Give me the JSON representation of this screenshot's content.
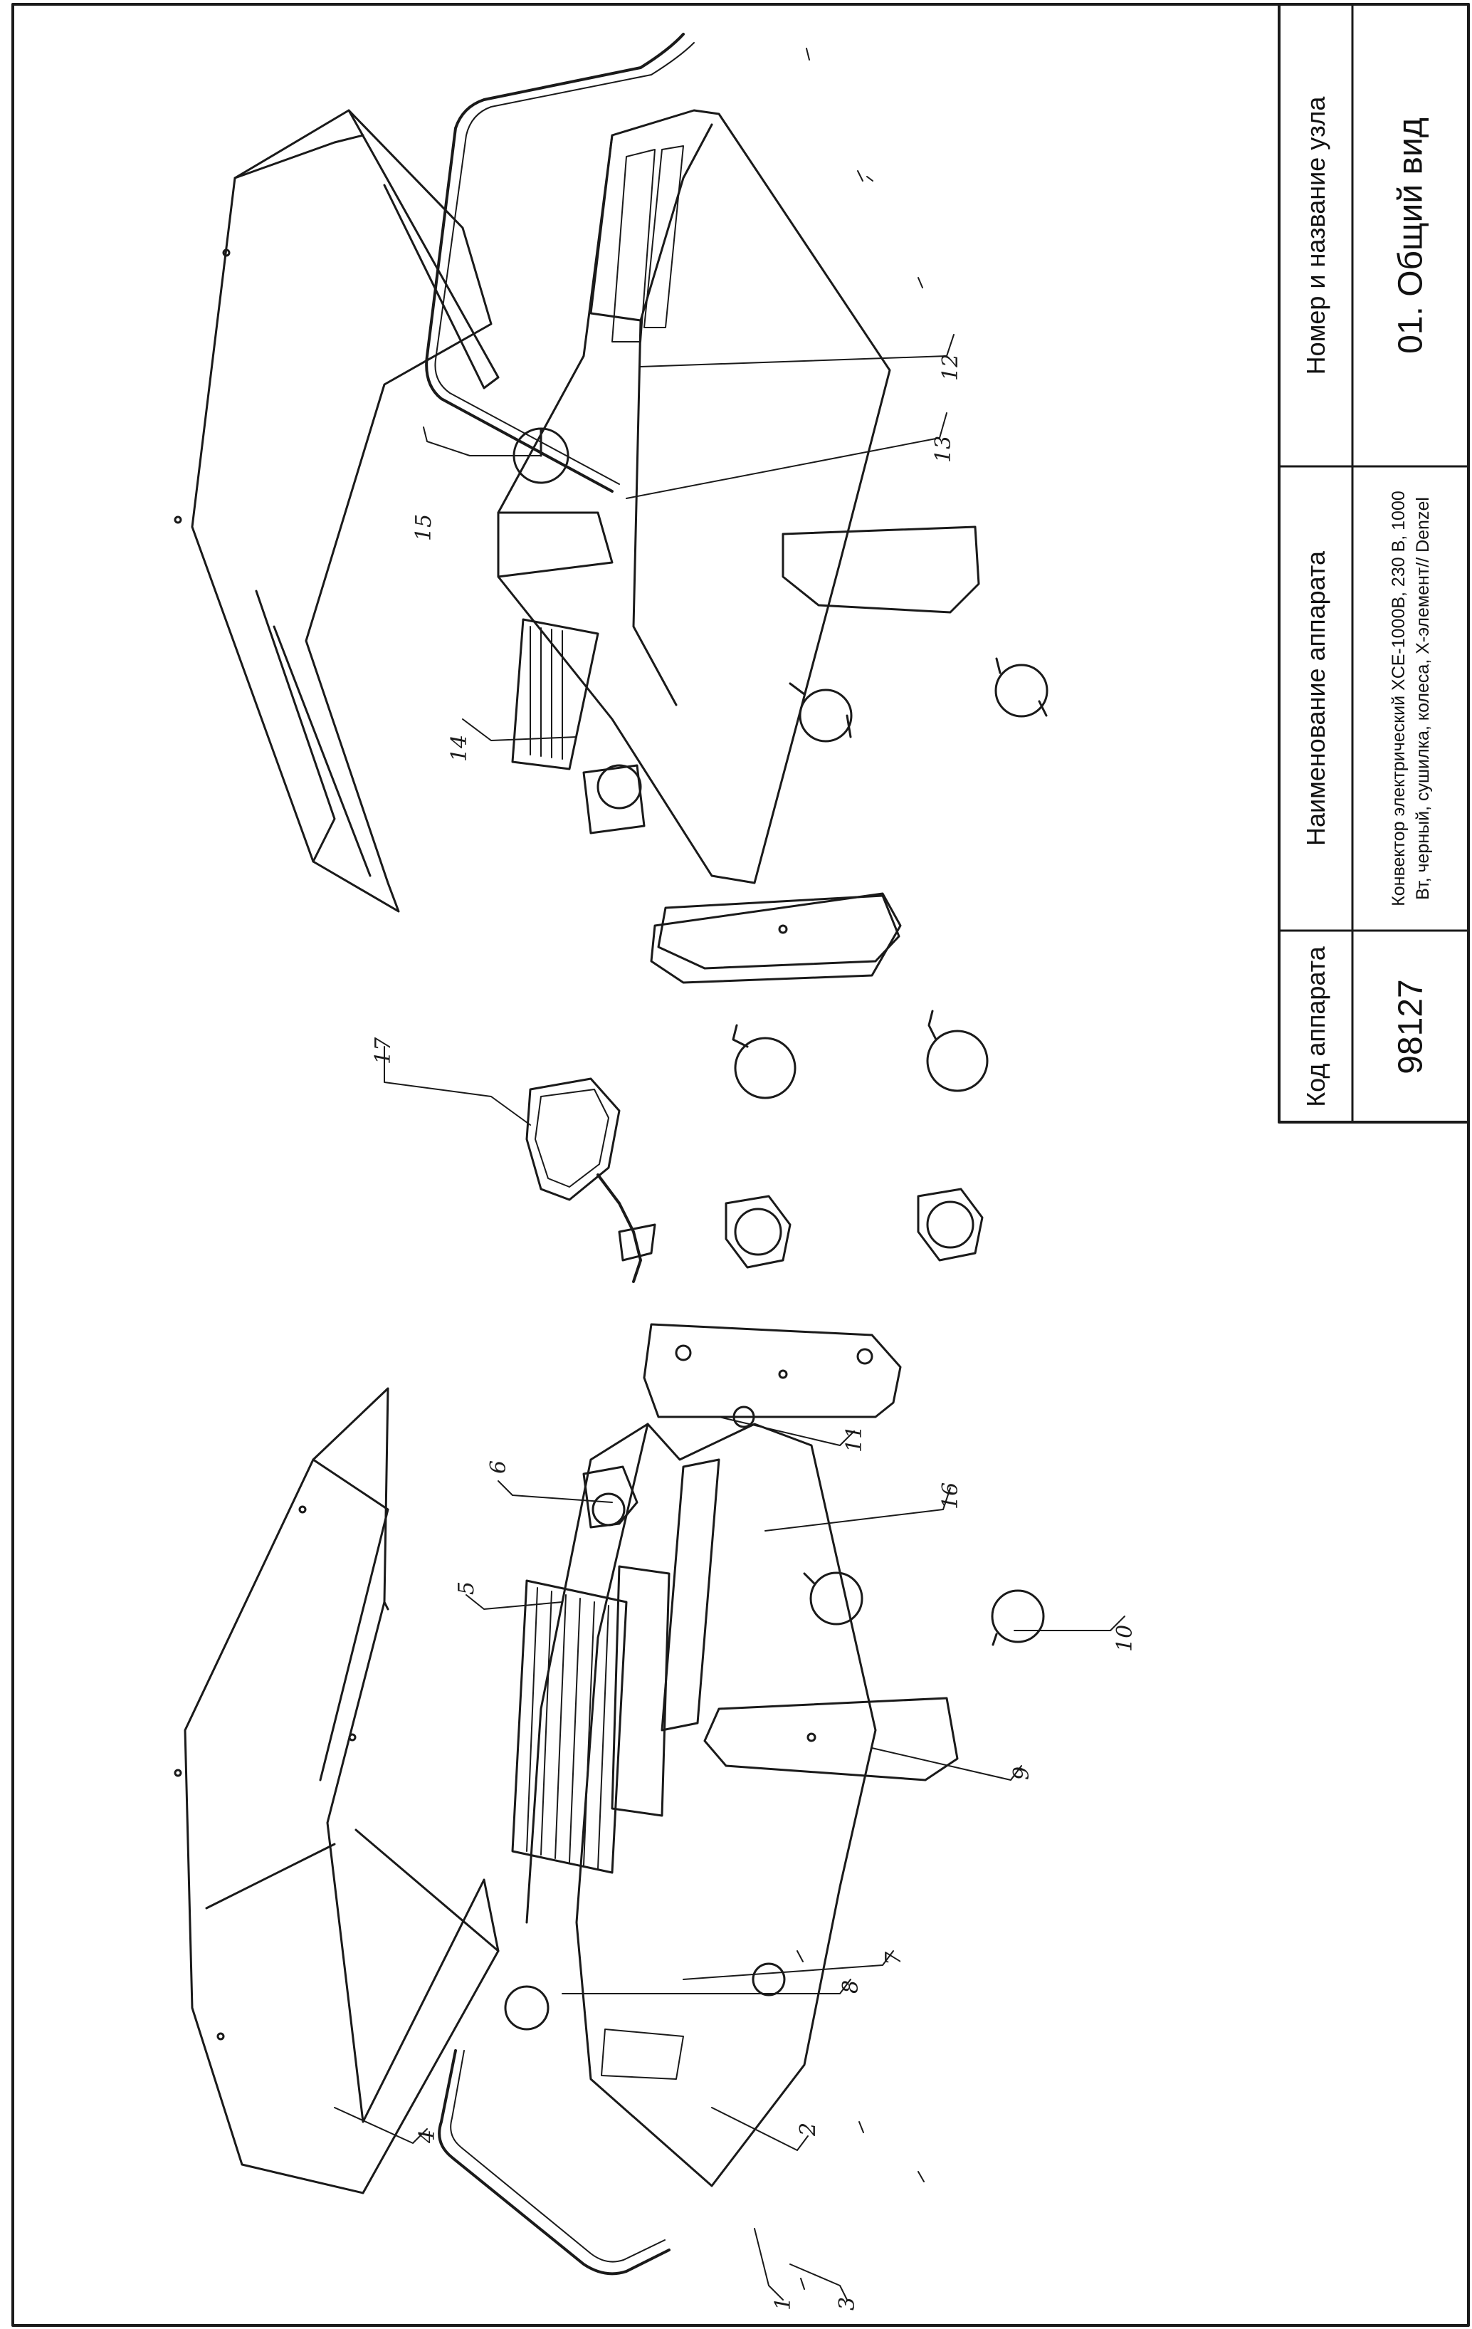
{
  "title_block": {
    "node_header": "Номер и название узла",
    "node_value": "01. Общий вид",
    "device_header": "Наименование аппарата",
    "device_value": "Конвектор электрический XCE-1000B, 230 В, 1000 Вт, черный, сушилка, колеса, Х-элемент// Denzel",
    "code_header": "Код аппарата",
    "code_value": "98127"
  },
  "callouts": {
    "c1": "1",
    "c2": "2",
    "c3": "3",
    "c4": "4",
    "c5": "5",
    "c6": "6",
    "c7": "7",
    "c8": "8",
    "c9": "9",
    "c10": "10",
    "c11": "11",
    "c12": "12",
    "c13": "13",
    "c14": "14",
    "c15": "15",
    "c16": "16",
    "c17": "17"
  },
  "colors": {
    "line": "#1a1a1a",
    "paper": "#ffffff"
  }
}
